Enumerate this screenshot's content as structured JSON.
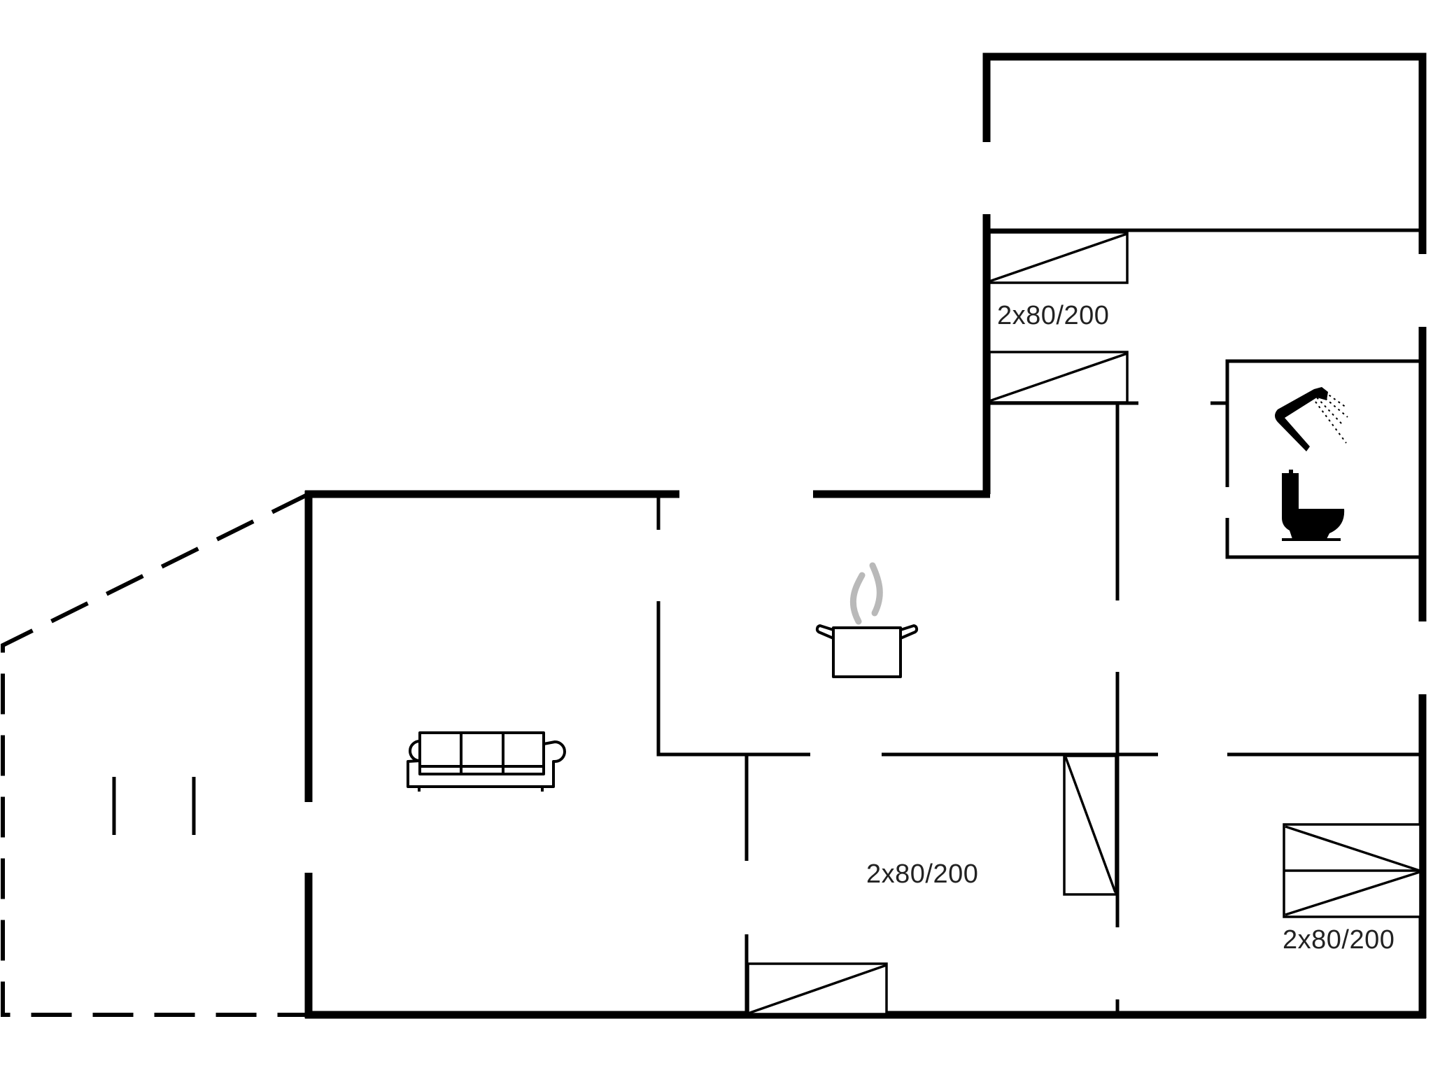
{
  "floor_plan": {
    "title": "",
    "rooms": [
      {
        "id": "bedroom-top",
        "bed_label": "2x80/200"
      },
      {
        "id": "bedroom-center",
        "bed_label": "2x80/200"
      },
      {
        "id": "bedroom-right",
        "bed_label": "2x80/200"
      },
      {
        "id": "living-room",
        "furniture": "sofa"
      },
      {
        "id": "kitchen",
        "furniture": "cooking-pot"
      },
      {
        "id": "bathroom",
        "furniture": [
          "shower",
          "toilet"
        ]
      },
      {
        "id": "terrace",
        "outline": "dashed"
      }
    ],
    "labels": {
      "bed_top": "2x80/200",
      "bed_center": "2x80/200",
      "bed_right": "2x80/200"
    },
    "icons": {
      "sofa": "sofa-icon",
      "kitchen": "cooking-pot-icon",
      "shower": "shower-icon",
      "toilet": "toilet-icon"
    },
    "colors": {
      "wall": "#000000",
      "background": "#ffffff",
      "steam": "#b9b9b9",
      "text": "#222222"
    }
  }
}
